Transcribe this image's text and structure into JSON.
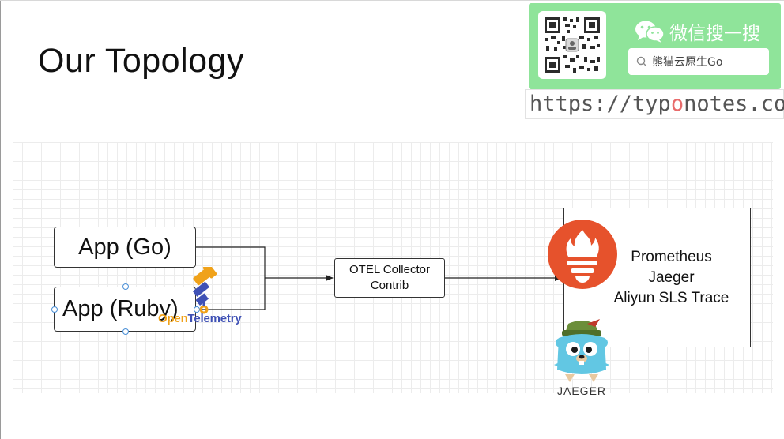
{
  "slide": {
    "title": "Our Topology"
  },
  "qr_widget": {
    "wechat_label": "微信搜一搜",
    "search_text": "熊猫云原生Go",
    "url_before": "https://typ",
    "url_highlight": "o",
    "url_after": "notes.com/"
  },
  "diagram": {
    "app_go": "App (Go)",
    "app_ruby": "App (Ruby)",
    "collector_line1": "OTEL Collector",
    "collector_line2": "Contrib",
    "backends": [
      "Prometheus",
      "Jaeger",
      "Aliyun SLS Trace"
    ],
    "otel_logo_part1": "Open",
    "otel_logo_part2": "Telemetry",
    "jaeger_logo_label": "JAEGER"
  },
  "colors": {
    "qr_panel": "#8fe49a",
    "prometheus": "#e6522c",
    "otel_orange": "#f0a21a",
    "otel_blue": "#3f51b5",
    "jaeger_gopher": "#62c7e3"
  }
}
